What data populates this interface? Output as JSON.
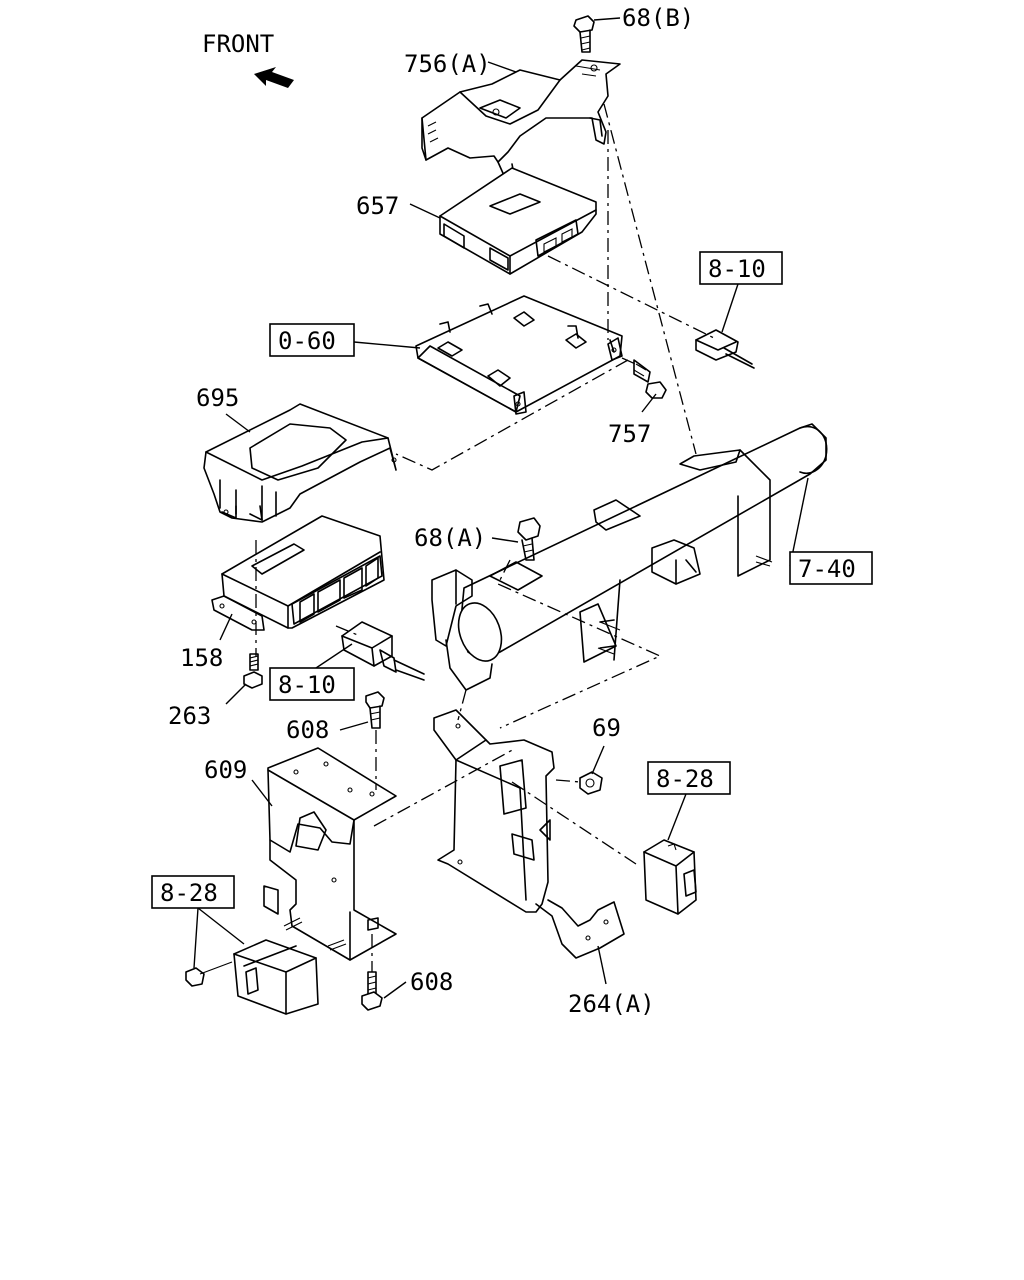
{
  "front_label": "FRONT",
  "callouts": {
    "c_68b": "68(B)",
    "c_756a": "756(A)",
    "c_657": "657",
    "c_695": "695",
    "c_757": "757",
    "c_68a": "68(A)",
    "c_158": "158",
    "c_263": "263",
    "c_608_top": "608",
    "c_609": "609",
    "c_69": "69",
    "c_608_bottom": "608",
    "c_264a": "264(A)"
  },
  "reference_boxes": {
    "r_8_10_top": "8-10",
    "r_0_60": "0-60",
    "r_7_40": "7-40",
    "r_8_10_mid": "8-10",
    "r_8_28_right": "8-28",
    "r_8_28_left": "8-28"
  }
}
